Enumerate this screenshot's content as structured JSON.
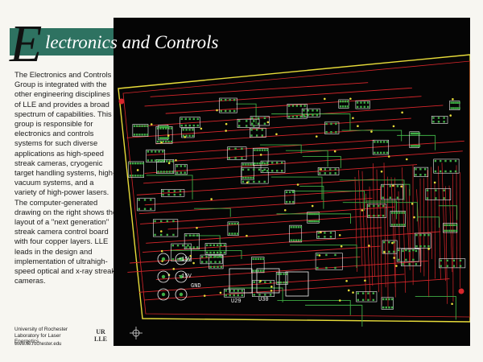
{
  "title": {
    "initial": "E",
    "rest": "lectronics and Controls"
  },
  "body_text": "The Electronics and Controls Group is integrated with the other engineering disciplines of LLE and provides a broad spectrum of capabilities. This group is responsible for electronics and controls systems for such diverse applications as high-speed streak cameras, cryogenic target handling systems, high-vacuum systems, and a variety of high-power lasers. The computer-generated drawing on the right shows the layout of a \"next generation\" streak camera control board with four copper layers. LLE leads in the design and implementation of ultrahigh-speed optical and x-ray streak cameras.",
  "footer": {
    "university": "University of Rochester",
    "lab": "Laboratory for Laser Energetics",
    "url": "www.lle.rochester.edu",
    "logo_line1": "UR",
    "logo_line2": "LLE"
  },
  "board_labels": {
    "v15_plus": "+15V",
    "v15_minus": "-15V",
    "gnd": "GND",
    "u29": "U29",
    "u30": "U30"
  },
  "colors": {
    "banner": "#2e7261",
    "page": "#f7f6f1",
    "board": "#050505",
    "trace_red": "#d8262b",
    "trace_green": "#3fae45",
    "pad_yellow": "#e8dc3a",
    "outline_white": "#f0f0f0"
  }
}
